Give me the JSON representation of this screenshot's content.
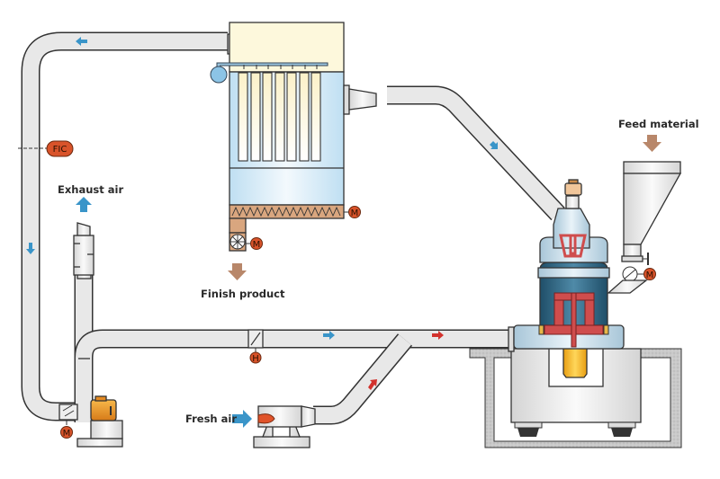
{
  "diagram": {
    "title": "Vertical roller mill grinding plant – process flow",
    "labels": {
      "exhaust_air": "Exhaust air",
      "finish_product": "Finish product",
      "feed_material": "Feed material",
      "fresh_air": "Fresh air"
    },
    "instruments": {
      "flow_controller": "FIC",
      "motor": "M",
      "hand_valve": "H"
    },
    "components": [
      "bag-filter",
      "screw-conveyor",
      "rotary-valve",
      "classifier",
      "roller-mill",
      "mill-drive-gearbox",
      "feed-hopper",
      "feed-rotary-valve",
      "hot-gas-generator",
      "mill-fan",
      "exhaust-stack",
      "damper"
    ],
    "flow_arrows": {
      "cold_gas_color": "#3a95c9",
      "hot_gas_color": "#d2322d",
      "material_color": "#b8876a"
    },
    "colors": {
      "instrument_fill": "#d9532a",
      "filter_top": "#fdf8dc",
      "filter_body": "#d6ebf7",
      "mill_body": "#2f6786",
      "mill_parts": "#cf4d4d",
      "gearbox": "#f2b224",
      "conveyor": "#d9a67f"
    }
  }
}
